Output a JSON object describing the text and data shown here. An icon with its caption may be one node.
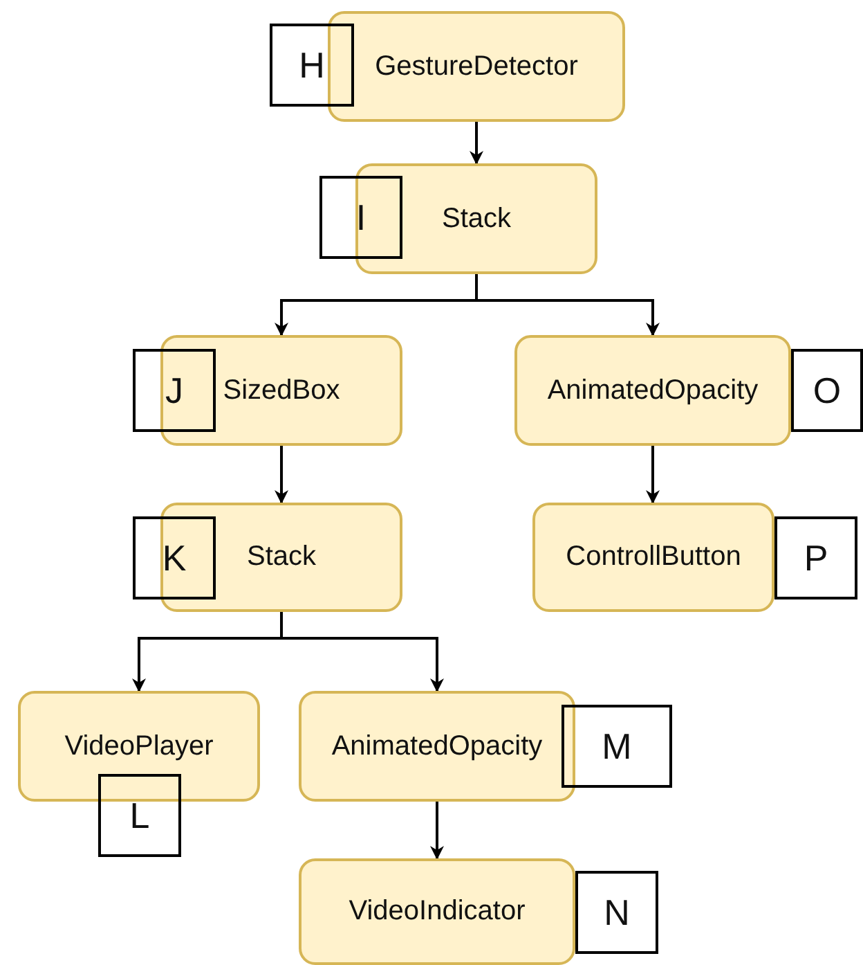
{
  "diagram": {
    "nodes": [
      {
        "text": [
          "H"
        ]
      },
      {
        "text": [
          "GestureDetector"
        ]
      },
      {
        "text": [
          "I"
        ]
      },
      {
        "text": [
          "Stack"
        ]
      },
      {
        "text": [
          "J"
        ]
      },
      {
        "text": [
          "SizedBox"
        ]
      },
      {
        "text": [
          "AnimatedOpacity"
        ]
      },
      {
        "text": [
          "O"
        ]
      },
      {
        "text": [
          "K"
        ]
      },
      {
        "text": [
          "Stack"
        ]
      },
      {
        "text": [
          "ControllButton"
        ]
      },
      {
        "text": [
          "P"
        ]
      },
      {
        "text": [
          "VideoPlayer"
        ]
      },
      {
        "text": [
          "AnimatedOpacity"
        ]
      },
      {
        "text": [
          "M"
        ]
      },
      {
        "text": [
          "L"
        ]
      },
      {
        "text": [
          "VideoIndicator"
        ]
      },
      {
        "text": [
          "N"
        ]
      }
    ],
    "edges": [
      {
        "from": 1,
        "to": 3,
        "arrow": "to"
      },
      {
        "from": 3,
        "to": 5,
        "arrow": "to"
      },
      {
        "from": 3,
        "to": 6,
        "arrow": "to"
      },
      {
        "from": 5,
        "to": 9,
        "arrow": "to"
      },
      {
        "from": 6,
        "to": 10,
        "arrow": "to"
      },
      {
        "from": 9,
        "to": 12,
        "arrow": "to"
      },
      {
        "from": 9,
        "to": 13,
        "arrow": "to"
      },
      {
        "from": 13,
        "to": 16,
        "arrow": "to"
      }
    ]
  }
}
